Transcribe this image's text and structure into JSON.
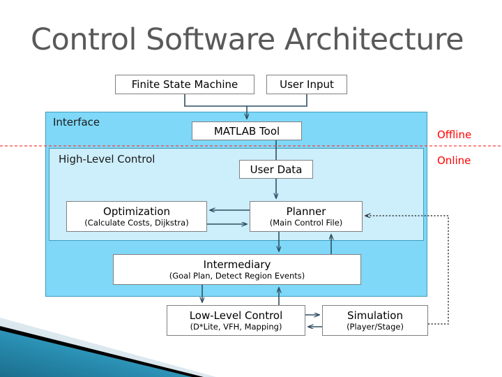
{
  "slide": {
    "title": "Control Software Architecture",
    "accent_teal": "#2389AD",
    "panel_outer_color": "#7FD8F7",
    "panel_inner_color": "#CDEEFB",
    "divider_color": "#FF0000",
    "connector_color": "#3C5A6E"
  },
  "panels": {
    "interface": {
      "label": "Interface"
    },
    "high_level_control": {
      "label": "High-Level Control"
    }
  },
  "side_labels": {
    "offline": "Offline",
    "online": "Online"
  },
  "boxes": {
    "finite_state_machine": {
      "title": "Finite State Machine",
      "subtitle": ""
    },
    "user_input": {
      "title": "User Input",
      "subtitle": ""
    },
    "matlab_tool": {
      "title": "MATLAB Tool",
      "subtitle": ""
    },
    "user_data": {
      "title": "User Data",
      "subtitle": ""
    },
    "optimization": {
      "title": "Optimization",
      "subtitle": "(Calculate Costs, Dijkstra)"
    },
    "planner": {
      "title": "Planner",
      "subtitle": "(Main Control File)"
    },
    "intermediary": {
      "title": "Intermediary",
      "subtitle": "(Goal Plan, Detect Region Events)"
    },
    "low_level_control": {
      "title": "Low-Level Control",
      "subtitle": "(D*Lite, VFH, Mapping)"
    },
    "simulation": {
      "title": "Simulation",
      "subtitle": "(Player/Stage)"
    }
  },
  "chart_data": {
    "type": "diagram",
    "title": "Control Software Architecture",
    "nodes": [
      {
        "id": "finite_state_machine",
        "label": "Finite State Machine",
        "group": "top"
      },
      {
        "id": "user_input",
        "label": "User Input",
        "group": "top"
      },
      {
        "id": "matlab_tool",
        "label": "MATLAB Tool",
        "group": "interface"
      },
      {
        "id": "user_data",
        "label": "User Data",
        "group": "high_level_control"
      },
      {
        "id": "optimization",
        "label": "Optimization (Calculate Costs, Dijkstra)",
        "group": "high_level_control"
      },
      {
        "id": "planner",
        "label": "Planner (Main Control File)",
        "group": "high_level_control"
      },
      {
        "id": "intermediary",
        "label": "Intermediary (Goal Plan, Detect Region Events)",
        "group": "interface"
      },
      {
        "id": "low_level_control",
        "label": "Low-Level Control (D*Lite, VFH, Mapping)",
        "group": "bottom"
      },
      {
        "id": "simulation",
        "label": "Simulation (Player/Stage)",
        "group": "bottom"
      }
    ],
    "edges": [
      {
        "from": "finite_state_machine",
        "to": "matlab_tool",
        "style": "solid"
      },
      {
        "from": "user_input",
        "to": "matlab_tool",
        "style": "solid"
      },
      {
        "from": "matlab_tool",
        "to": "user_data",
        "style": "solid"
      },
      {
        "from": "user_data",
        "to": "planner",
        "style": "solid"
      },
      {
        "from": "planner",
        "to": "optimization",
        "style": "solid"
      },
      {
        "from": "optimization",
        "to": "planner",
        "style": "solid"
      },
      {
        "from": "planner",
        "to": "intermediary",
        "style": "solid"
      },
      {
        "from": "intermediary",
        "to": "planner",
        "style": "solid"
      },
      {
        "from": "intermediary",
        "to": "low_level_control",
        "style": "solid"
      },
      {
        "from": "low_level_control",
        "to": "intermediary",
        "style": "solid"
      },
      {
        "from": "low_level_control",
        "to": "simulation",
        "style": "solid"
      },
      {
        "from": "simulation",
        "to": "low_level_control",
        "style": "solid"
      },
      {
        "from": "simulation",
        "to": "planner",
        "style": "dotted"
      }
    ],
    "regions": [
      {
        "label": "Interface",
        "contains": [
          "matlab_tool",
          "high_level_control",
          "intermediary"
        ]
      },
      {
        "label": "High-Level Control",
        "contains": [
          "user_data",
          "optimization",
          "planner"
        ]
      }
    ],
    "annotations": [
      {
        "label": "Offline",
        "position": "above-divider"
      },
      {
        "label": "Online",
        "position": "below-divider"
      }
    ]
  }
}
